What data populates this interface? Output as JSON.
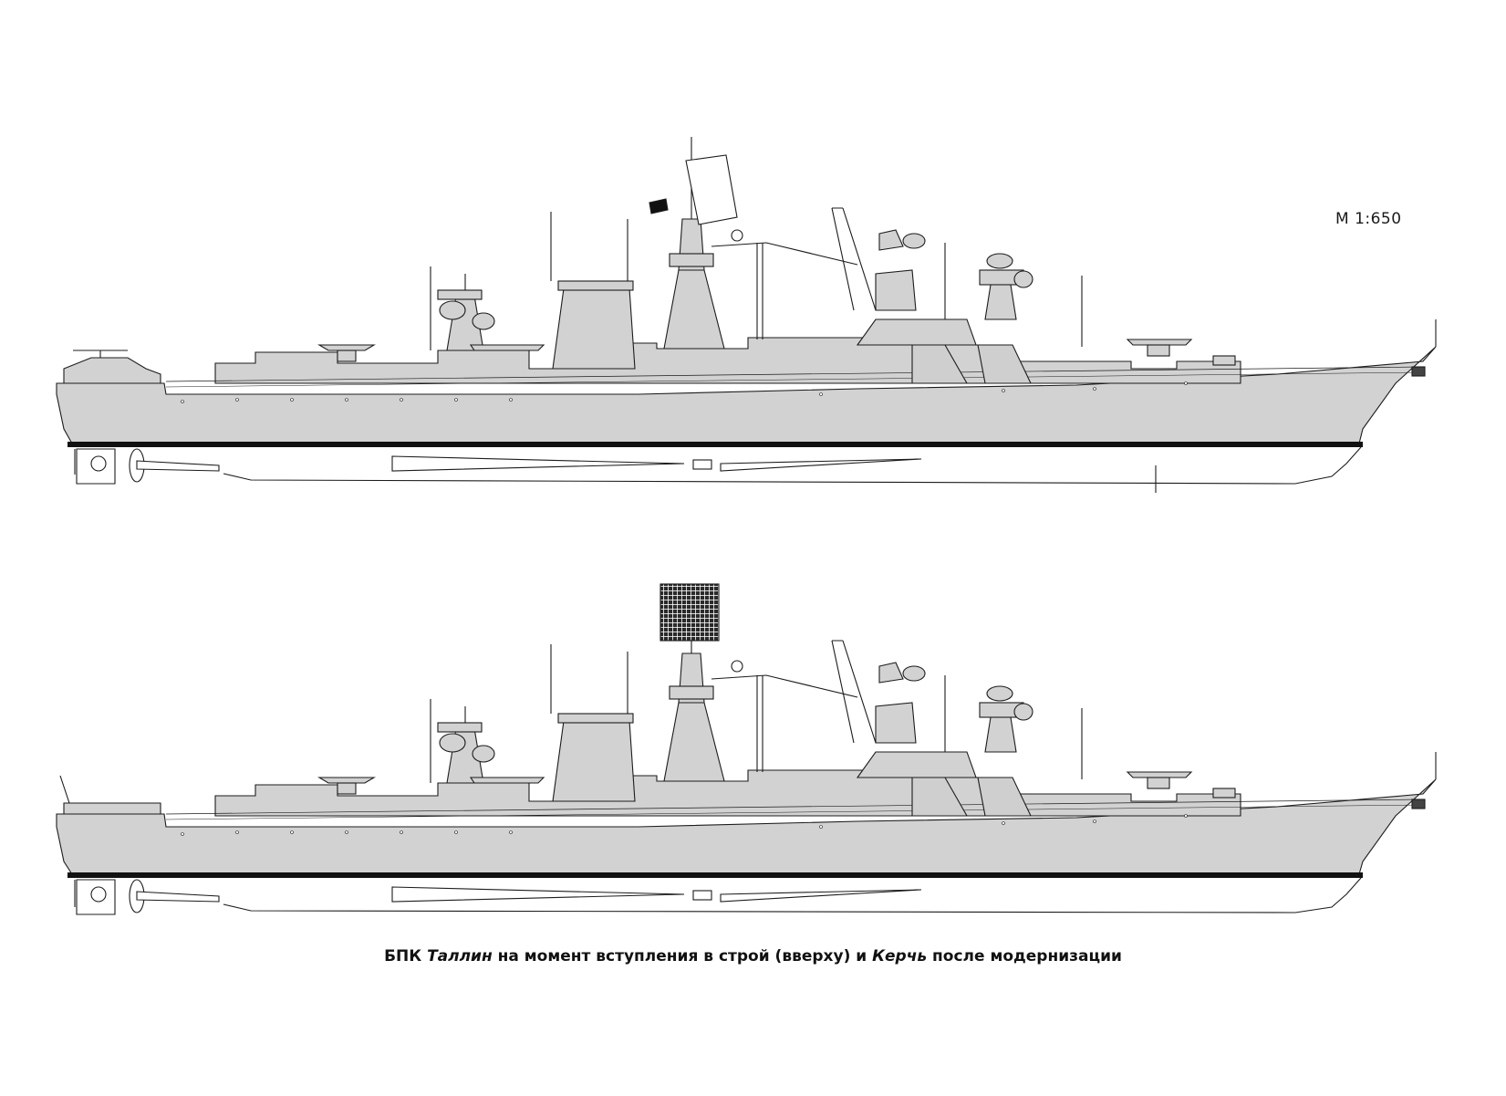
{
  "scale": "М 1:650",
  "caption": {
    "prefix": "БПК ",
    "ship1": "Таллин",
    "middle": " на момент вступления в строй (вверху) и ",
    "ship2": "Керчь",
    "suffix": " после модернизации"
  },
  "colors": {
    "hull": "#d2d2d2",
    "superstructure": "#cfcfcf",
    "line": "#1c1c1c",
    "waterline": "#111111"
  }
}
